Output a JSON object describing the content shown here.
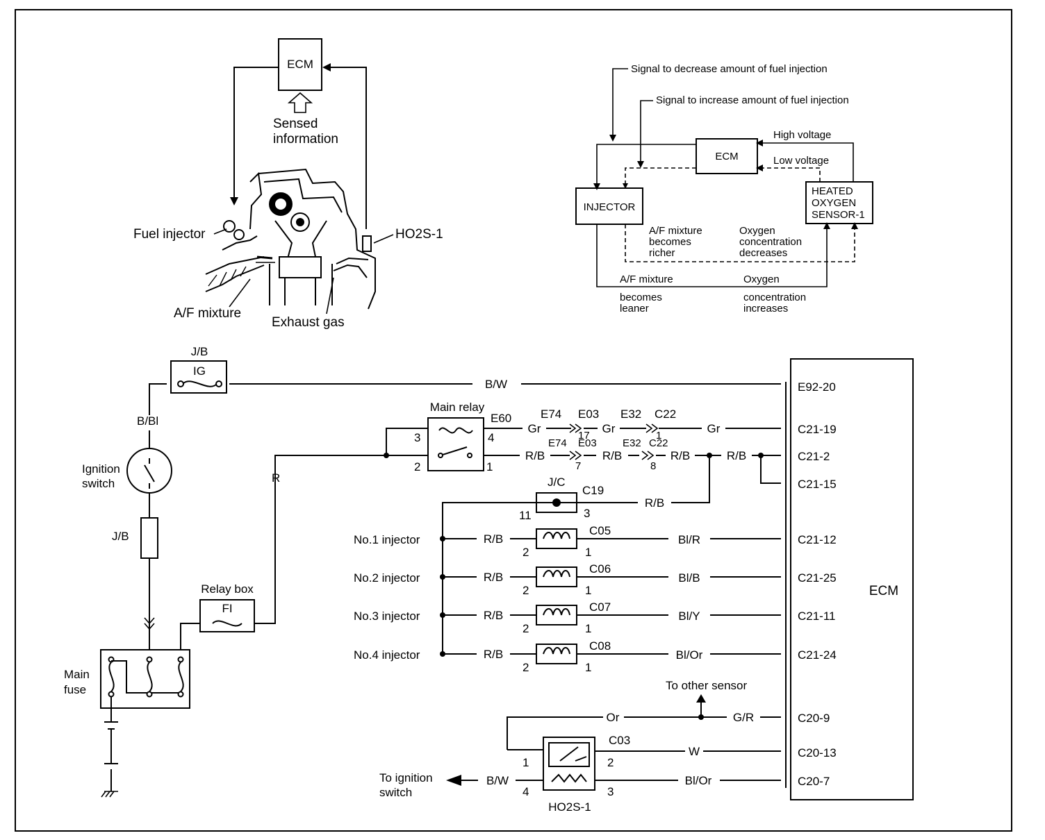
{
  "engine_diagram": {
    "ecm": "ECM",
    "sensed_line1": "Sensed",
    "sensed_line2": "information",
    "fuel_injector": "Fuel injector",
    "ho2s": "HO2S-1",
    "af_mixture": "A/F mixture",
    "exhaust_gas": "Exhaust gas"
  },
  "feedback_diagram": {
    "signal_decrease": "Signal to decrease amount of fuel injection",
    "signal_increase": "Signal to increase amount of fuel injection",
    "ecm": "ECM",
    "high_voltage": "High voltage",
    "low_voltage": "Low voltage",
    "injector": "INJECTOR",
    "sensor_line1": "HEATED",
    "sensor_line2": "OXYGEN",
    "sensor_line3": "SENSOR-1",
    "richer_1": "A/F mixture",
    "richer_2": "becomes",
    "richer_3": "richer",
    "o2dec_1": "Oxygen",
    "o2dec_2": "concentration",
    "o2dec_3": "decreases",
    "leaner_1": "A/F mixture",
    "leaner_2": "becomes",
    "leaner_3": "leaner",
    "o2inc_1": "Oxygen",
    "o2inc_2": "concentration",
    "o2inc_3": "increases"
  },
  "wiring": {
    "jb_top": "J/B",
    "ig": "IG",
    "b_w": "B/W",
    "e92_20": "E92-20",
    "b_bl": "B/Bl",
    "ign_1": "Ignition",
    "ign_2": "switch",
    "jb_mid": "J/B",
    "main_fuse_1": "Main",
    "main_fuse_2": "fuse",
    "relay_box": "Relay box",
    "fi": "FI",
    "r": "R",
    "main_relay": "Main relay",
    "e60": "E60",
    "pin3": "3",
    "pin4": "4",
    "pin2": "2",
    "pin1": "1",
    "gr1": "Gr",
    "e74_a": "E74",
    "e03_a": "E03",
    "n17": "17",
    "gr2": "Gr",
    "e32_a": "E32",
    "c22_a": "C22",
    "n1": "1",
    "gr3": "Gr",
    "c21_19": "C21-19",
    "rb1": "R/B",
    "e74_b": "E74",
    "e03_b": "E03",
    "n7": "7",
    "rb2": "R/B",
    "e32_b": "E32",
    "c22_b": "C22",
    "n8": "8",
    "rb3": "R/B",
    "rb4": "R/B",
    "c21_2": "C21-2",
    "c21_15": "C21-15",
    "jc": "J/C",
    "c19": "C19",
    "n11": "11",
    "n3": "3",
    "rb_jc": "R/B",
    "injectors": [
      {
        "name": "No.1 injector",
        "rb": "R/B",
        "conn": "C05",
        "wire": "Bl/R",
        "pin": "C21-12",
        "p2": "2",
        "p1": "1"
      },
      {
        "name": "No.2 injector",
        "rb": "R/B",
        "conn": "C06",
        "wire": "Bl/B",
        "pin": "C21-25",
        "p2": "2",
        "p1": "1"
      },
      {
        "name": "No.3 injector",
        "rb": "R/B",
        "conn": "C07",
        "wire": "Bl/Y",
        "pin": "C21-11",
        "p2": "2",
        "p1": "1"
      },
      {
        "name": "No.4 injector",
        "rb": "R/B",
        "conn": "C08",
        "wire": "Bl/Or",
        "pin": "C21-24",
        "p2": "2",
        "p1": "1"
      }
    ],
    "ecm": "ECM",
    "to_other_sensor": "To other sensor",
    "or": "Or",
    "g_r": "G/R",
    "c20_9": "C20-9",
    "c03": "C03",
    "w": "W",
    "c20_13": "C20-13",
    "bl_or": "Bl/Or",
    "c20_7": "C20-7",
    "to_ign_1": "To ignition",
    "to_ign_2": "switch",
    "b_w2": "B/W",
    "ho2s": "HO2S-1",
    "h1": "1",
    "h2": "2",
    "h3": "3",
    "h4": "4"
  }
}
